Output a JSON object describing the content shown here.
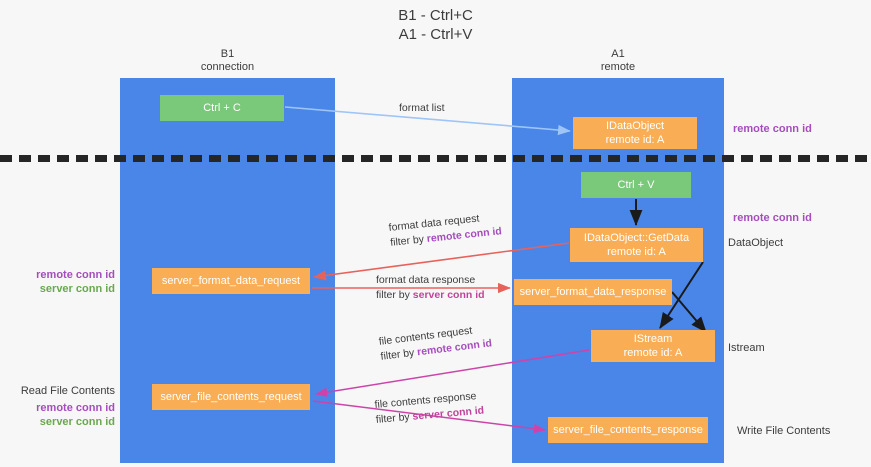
{
  "title": {
    "line1": "B1 - Ctrl+C",
    "line2": "A1 - Ctrl+V"
  },
  "columns": [
    {
      "name": "B1",
      "sub": "connection"
    },
    {
      "name": "A1",
      "sub": "remote"
    }
  ],
  "boxes": {
    "ctrl_c": {
      "label": "Ctrl + C",
      "color": "#7ac87a"
    },
    "idataobject": {
      "line1": "IDataObject",
      "line2": "remote id: A",
      "color": "#f9ad54"
    },
    "ctrl_v": {
      "label": "Ctrl + V",
      "color": "#7ac87a"
    },
    "getdata": {
      "line1": "IDataObject::GetData",
      "line2": "remote id: A",
      "color": "#f9ad54"
    },
    "server_format_data_request": {
      "label": "server_format_data_request",
      "color": "#f9ad54"
    },
    "server_format_data_response": {
      "label": "server_format_data_response",
      "color": "#f9ad54"
    },
    "istream": {
      "line1": "IStream",
      "line2": "remote id: A",
      "color": "#f9ad54"
    },
    "server_file_contents_request": {
      "label": "server_file_contents_request",
      "color": "#f9ad54"
    },
    "server_file_contents_response": {
      "label": "server_file_contents_response",
      "color": "#f9ad54"
    }
  },
  "flows": {
    "format_list": {
      "line1": "format list"
    },
    "format_data_request": {
      "line1": "format data request",
      "filter_prefix": "filter by ",
      "filter_key": "remote conn id"
    },
    "format_data_response": {
      "line1": "format data response",
      "filter_prefix": "filter by ",
      "filter_key": "server conn id"
    },
    "file_contents_request": {
      "line1": "file contents request",
      "filter_prefix": "filter by ",
      "filter_key": "remote conn id"
    },
    "file_contents_response": {
      "line1": "file contents response",
      "filter_prefix": "filter by ",
      "filter_key": "server conn id"
    }
  },
  "annotations": {
    "remote_conn_id_top": "remote conn id",
    "remote_conn_id_mid": "remote conn id",
    "dataobject": "DataObject",
    "istream": "Istream",
    "write_file_contents": "Write File Contents",
    "read_file_contents": "Read File Contents",
    "left_remote_conn_id": "remote conn id",
    "left_server_conn_id": "server conn id",
    "left_remote_conn_id_2": "remote conn id",
    "left_server_conn_id_2": "server conn id"
  },
  "colors": {
    "lane": "#4a86e8",
    "box_green": "#7ac87a",
    "box_orange": "#f9ad54",
    "purple": "#a64dbd",
    "green_text": "#6aa84f",
    "arrow_blue": "#9fc5f8",
    "arrow_red": "#e8625c",
    "arrow_magenta": "#cc44aa",
    "arrow_black": "#1a1a1a",
    "background": "#f7f7f7"
  }
}
